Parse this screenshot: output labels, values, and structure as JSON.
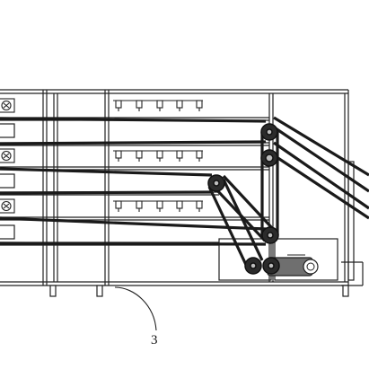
{
  "diagram": {
    "callouts": [
      {
        "id": "ref-3",
        "label": "3"
      }
    ],
    "colors": {
      "line": "#222222",
      "pulley_fill": "#2b2b2b",
      "pulley_hub": "#bdbdbd",
      "belt": "#1a1a1a",
      "motor_fill": "#6f6f6f",
      "background": "#ffffff"
    },
    "components": [
      "frame",
      "shelf-tiers",
      "drawer-panels",
      "fan-panels",
      "spray-nozzles",
      "belt-pulleys",
      "conveyor-belts",
      "drive-motor",
      "legs"
    ]
  }
}
